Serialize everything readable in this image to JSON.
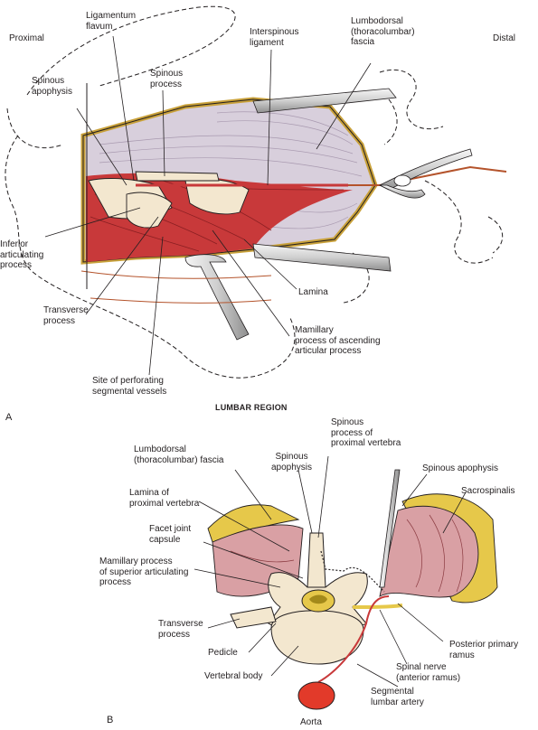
{
  "panel_a": {
    "letter": "A",
    "heading": "LUMBAR REGION",
    "labels": {
      "proximal": "Proximal",
      "distal": "Distal",
      "ligamentum_flavum": "Ligamentum\nflavum",
      "interspinous_ligament": "Interspinous\nligament",
      "lumbodorsal_fascia": "Lumbodorsal\n(thoracolumbar)\nfascia",
      "spinous_apophysis": "Spinous\napophysis",
      "spinous_process": "Spinous\nprocess",
      "inferior_articulating": "Inferior\narticulating\nprocess",
      "transverse_process": "Transverse\nprocess",
      "lamina": "Lamina",
      "mamillary_process": "Mamillary\nprocess of ascending\narticular process",
      "perforating_vessels": "Site of perforating\nsegmental vessels"
    }
  },
  "panel_b": {
    "letter": "B",
    "labels": {
      "lumbodorsal_fascia": "Lumbodorsal\n(thoracolumbar) fascia",
      "spinous_apophysis_left": "Spinous\napophysis",
      "spinous_process_proximal": "Spinous\nprocess of\nproximal vertebra",
      "spinous_apophysis_right": "Spinous apophysis",
      "sacrospinalis": "Sacrospinalis",
      "lamina_proximal": "Lamina of\nproximal vertebra",
      "facet_joint": "Facet joint\ncapsule",
      "mamillary_process": "Mamillary process\nof superior articulating\nprocess",
      "transverse_process": "Transverse\nprocess",
      "pedicle": "Pedicle",
      "vertebral_body": "Vertebral body",
      "posterior_ramus": "Posterior primary\nramus",
      "spinal_nerve": "Spinal nerve\n(anterior ramus)",
      "segmental_artery": "Segmental\nlumbar artery",
      "aorta": "Aorta"
    }
  },
  "colors": {
    "muscle": "#c8393a",
    "fascia": "#d8cfdc",
    "fat": "#e6c84a",
    "bone": "#f3e7cf",
    "muscle_pink": "#d9a0a4",
    "aorta": "#e23a2a",
    "line": "#231f20"
  }
}
